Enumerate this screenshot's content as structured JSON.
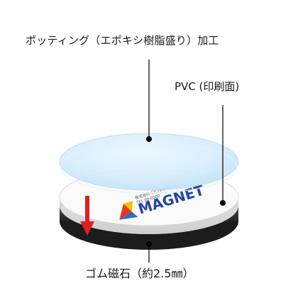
{
  "labels": {
    "potting": "ポッティング（エポキシ樹脂盛り）加工",
    "pvc": "PVC (印刷面)",
    "magnet": "ゴム磁石（約2.5㎜）"
  },
  "sticker": {
    "brand": "MAGNET",
    "subtitle_line1": "株式会社 〇〇マグネット",
    "subtitle_line2": "TEL 00-0000"
  },
  "colors": {
    "epoxy": "#cfe9fb",
    "pvc": "#f4f4f4",
    "magnet": "#3a3a3a",
    "arrow": "#e02020",
    "logo_red": "#e8361f",
    "logo_yellow": "#f5c400",
    "logo_blue": "#2d6cc9",
    "text_blue": "#2346a0"
  },
  "icons": {
    "arrow": "down-arrow-icon",
    "logo": "magnet-logo-icon"
  }
}
